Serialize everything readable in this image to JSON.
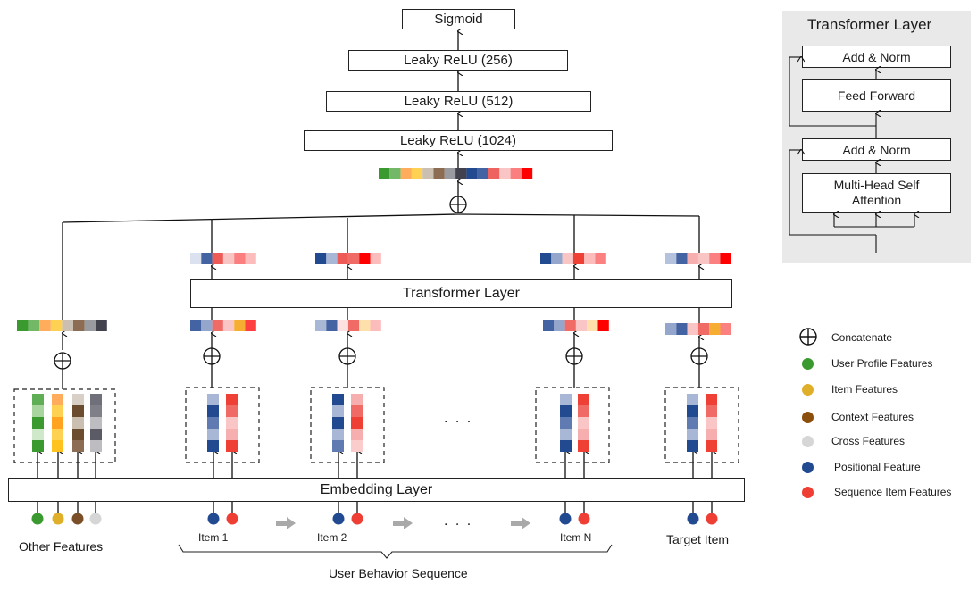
{
  "mlp": {
    "layers": [
      "Sigmoid",
      "Leaky ReLU (256)",
      "Leaky ReLU (512)",
      "Leaky ReLU (1024)"
    ],
    "concat_embedding_colors": [
      "#3a9a2f",
      "#72b866",
      "#ffad5c",
      "#ffd153",
      "#cbbfb1",
      "#8c6d54",
      "#999ba0",
      "#42424f",
      "#224a91",
      "#4463a2",
      "#ee6260",
      "#f9c5c5",
      "#fb7f7f",
      "#ff0000"
    ]
  },
  "transformer_layer_label": "Transformer Layer",
  "embedding_layer_label": "Embedding  Layer",
  "transformer_outputs": [
    [
      "#dbe1ee",
      "#4463a2",
      "#ee5a55",
      "#f8c4c4",
      "#fb7f7f",
      "#fdbcbc"
    ],
    [
      "#224a91",
      "#a9b7d6",
      "#ee5a55",
      "#f06a66",
      "#ff0000",
      "#fdbcbc"
    ],
    [
      "#224a91",
      "#94a6cb",
      "#f9c5c5",
      "#ee4035",
      "#fdbcbc",
      "#fb8080"
    ],
    [
      "#b5c2de",
      "#4463a2",
      "#f6aeae",
      "#f8c4c4",
      "#fb8080",
      "#ff0000"
    ]
  ],
  "transformer_inputs": [
    [
      "#4463a2",
      "#94a6cb",
      "#f06a66",
      "#f9c5c5",
      "#f5ae32",
      "#fe4040"
    ],
    [
      "#a9b7d6",
      "#4463a2",
      "#fde0e0",
      "#f06a66",
      "#fde0aa",
      "#fdbcbc"
    ],
    [
      "#4463a2",
      "#94a6cb",
      "#f06a66",
      "#f9c5c5",
      "#fde0aa",
      "#ff0000"
    ],
    [
      "#94a6cb",
      "#4463a2",
      "#f9c5c5",
      "#f06a66",
      "#f5ae32",
      "#fb8080"
    ]
  ],
  "other_features_embedding": [
    "#3a9a2f",
    "#72b866",
    "#ffad5c",
    "#ffd153",
    "#cbbfb1",
    "#8c6d54",
    "#999ba0",
    "#42424f"
  ],
  "other_features_columns": [
    [
      "#5fae55",
      "#a8d49e",
      "#3a9a2f",
      "#d0e8ca",
      "#3a9a2f"
    ],
    [
      "#ffad5c",
      "#ffd153",
      "#ffa321",
      "#ffd153",
      "#ffc21f"
    ],
    [
      "#d8cfc6",
      "#6b4c2e",
      "#cbbfb1",
      "#6b4c2e",
      "#8c6d54"
    ],
    [
      "#6f7079",
      "#7f8087",
      "#bcbcc1",
      "#5a5b65",
      "#bcbcc1"
    ]
  ],
  "sequence_columns": [
    {
      "pos": [
        "#a9b7d6",
        "#224a91",
        "#5f7bb2",
        "#a9b7d6",
        "#224a91"
      ],
      "item": [
        "#ee4035",
        "#f06a66",
        "#f9c5c5",
        "#f6aeae",
        "#ee4035"
      ]
    },
    {
      "pos": [
        "#224a91",
        "#a9b7d6",
        "#224a91",
        "#a9b7d6",
        "#5f7bb2"
      ],
      "item": [
        "#f6aeae",
        "#f06a66",
        "#ee4035",
        "#f6aeae",
        "#fbcccc"
      ]
    },
    {
      "pos": [
        "#a9b7d6",
        "#224a91",
        "#5f7bb2",
        "#a9b7d6",
        "#224a91"
      ],
      "item": [
        "#ee4035",
        "#f06a66",
        "#f9c5c5",
        "#f6aeae",
        "#ee4035"
      ]
    },
    {
      "pos": [
        "#a9b7d6",
        "#224a91",
        "#5f7bb2",
        "#a9b7d6",
        "#224a91"
      ],
      "item": [
        "#ee4035",
        "#f06a66",
        "#f9c5c5",
        "#f6aeae",
        "#ee4035"
      ]
    }
  ],
  "inputs": {
    "other_features_label": "Other Features",
    "other_feature_dots": [
      "#3a9a2f",
      "#e0af2a",
      "#7a4e26",
      "#d6d6d6"
    ],
    "items": [
      "Item 1",
      "Item 2",
      "Item N"
    ],
    "target_label": "Target Item",
    "sequence_label": "User Behavior Sequence",
    "ellipsis": ". . .",
    "positional_color": "#224a91",
    "item_color": "#ef3f35"
  },
  "transformer_detail": {
    "title": "Transformer Layer",
    "blocks": [
      "Add & Norm",
      "Feed Forward",
      "Add & Norm",
      "Multi-Head Self Attention"
    ]
  },
  "legend": [
    {
      "symbol": "concat",
      "label": "Concatenate"
    },
    {
      "color": "#3a9a2f",
      "label": "User Profile Features"
    },
    {
      "color": "#e0af2a",
      "label": "Item Features"
    },
    {
      "color": "#8a4f0d",
      "label": "Context Features"
    },
    {
      "color": "#d6d6d6",
      "label": "Cross Features"
    },
    {
      "color": "#224a91",
      "label": "Positional Feature"
    },
    {
      "color": "#ef3f35",
      "label": "Sequence Item Features"
    }
  ]
}
